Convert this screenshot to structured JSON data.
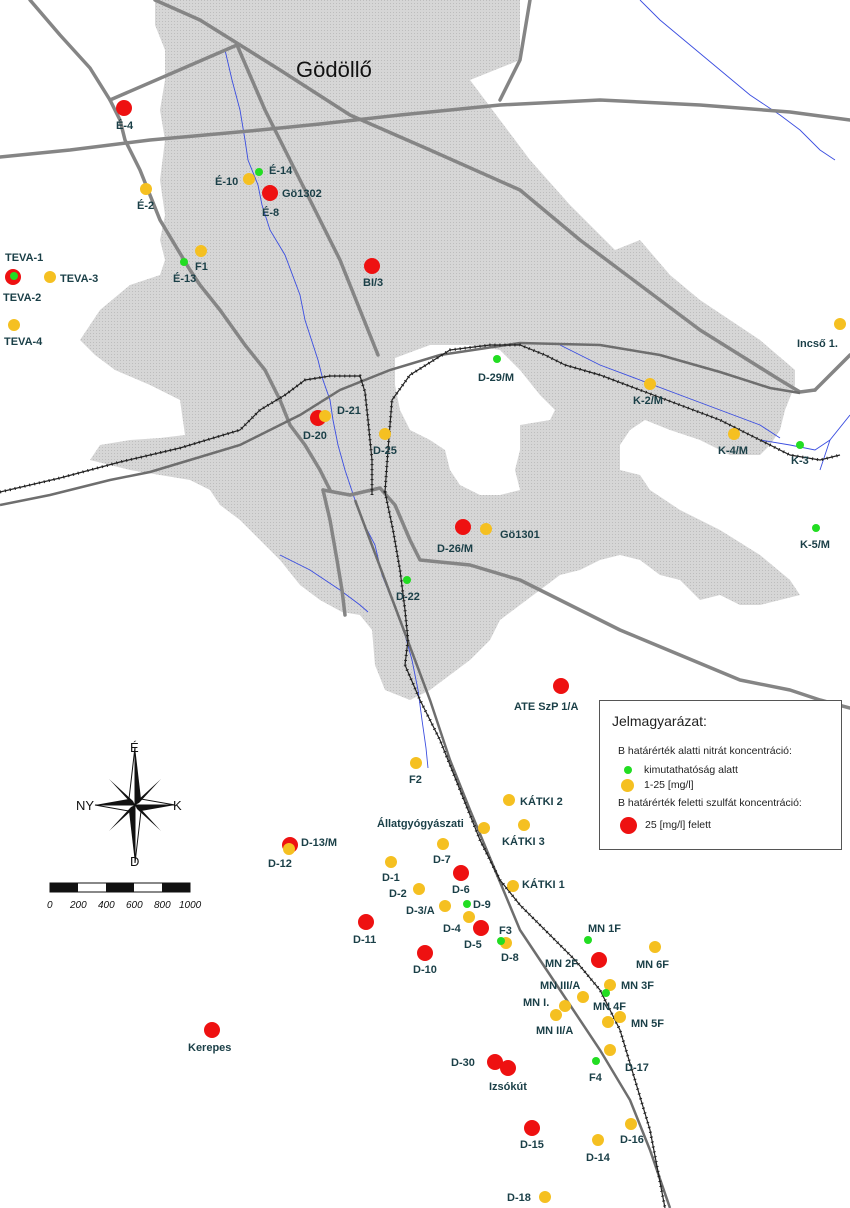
{
  "map": {
    "city_label": "Gödöllő",
    "colors": {
      "red": "#ee1111",
      "orange": "#f5c021",
      "green": "#22dd22",
      "label": "#1a3f47",
      "urban": "#d4d4d4",
      "road": "#808080",
      "river": "#3b4ee0",
      "rail": "#222222"
    }
  },
  "labels": {
    "e4": "É-4",
    "e2": "É-2",
    "e10": "É-10",
    "e14": "É-14",
    "e8": "É-8",
    "go1302": "Gö1302",
    "f1": "F1",
    "e13": "É-13",
    "bi3": "BI/3",
    "teva1": "TEVA-1",
    "teva2": "TEVA-2",
    "teva3": "TEVA-3",
    "teva4": "TEVA-4",
    "incso1": "Incső 1.",
    "d29m": "D-29/M",
    "k2m": "K-2/M",
    "k4m": "K-4/M",
    "k3": "K-3",
    "k5m": "K-5/M",
    "d21": "D-21",
    "d20": "D-20",
    "d25": "D-25",
    "go1301": "Gö1301",
    "d26m": "D-26/M",
    "d22": "D-22",
    "ate": "ATE SzP 1/A",
    "f2": "F2",
    "katki2": "KÁTKI 2",
    "allat": "Állatgyógyászati",
    "katki3": "KÁTKI 3",
    "d13m": "D-13/M",
    "d12": "D-12",
    "d7": "D-7",
    "d1": "D-1",
    "d2": "D-2",
    "d6": "D-6",
    "katki1": "KÁTKI 1",
    "d9": "D-9",
    "d3a": "D-3/A",
    "d4": "D-4",
    "d11": "D-11",
    "d5": "D-5",
    "f3": "F3",
    "d8": "D-8",
    "d10": "D-10",
    "mn1f": "MN 1F",
    "mn2f": "MN 2F",
    "mn6f": "MN 6F",
    "mn3a": "MN III/A",
    "mn3f": "MN 3F",
    "mni": "MN I.",
    "mn4f": "MN 4F",
    "mn2a": "MN II/A",
    "mn5f": "MN 5F",
    "kerepes": "Kerepes",
    "d30": "D-30",
    "izsokut": "Izsókút",
    "f4": "F4",
    "d17": "D-17",
    "d15": "D-15",
    "d16": "D-16",
    "d14": "D-14",
    "d18": "D-18"
  },
  "legend": {
    "title": "Jelmagyarázat:",
    "nitrate_heading": "B határérték alatti nitrát koncentráció:",
    "below_detection": "kimutathatóság alatt",
    "range_1_25": "1-25 [mg/l]",
    "sulfate_heading": "B határérték feletti szulfát koncentráció:",
    "above_25": "25 [mg/l] felett"
  },
  "compass": {
    "north": "É",
    "south": "D",
    "west": "NY",
    "east": "K"
  },
  "scale": {
    "ticks": [
      "0",
      "200",
      "400",
      "600",
      "800",
      "1000"
    ]
  }
}
